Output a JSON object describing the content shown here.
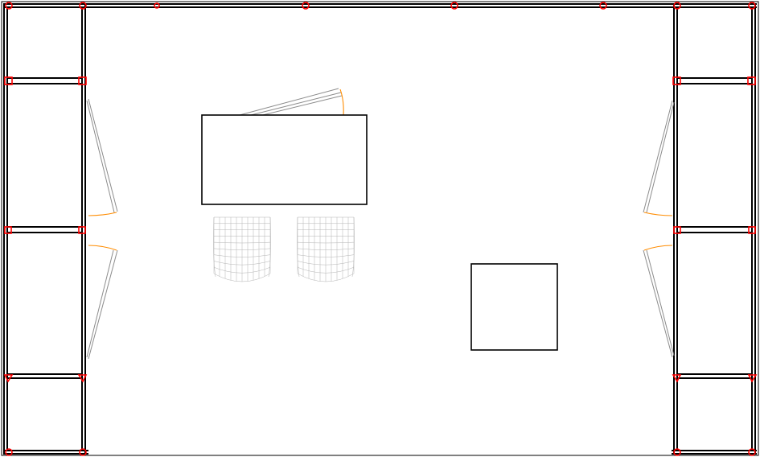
{
  "colors": {
    "background": "#ffffff",
    "wall": "#000000",
    "node": "#ff0000",
    "door_swing": "#ff8c00",
    "door_leaf": "#8c8c8c",
    "chair_mesh": "#b4b4b4"
  },
  "elements": {
    "rooms": [
      "cell",
      "cell",
      "cell",
      "cell",
      "cell",
      "cell",
      "cell",
      "cell"
    ],
    "doors": [
      "swing-door",
      "swing-door",
      "swing-door",
      "swing-door",
      "swing-door"
    ],
    "furniture": [
      "table",
      "table",
      "chair",
      "chair"
    ]
  }
}
